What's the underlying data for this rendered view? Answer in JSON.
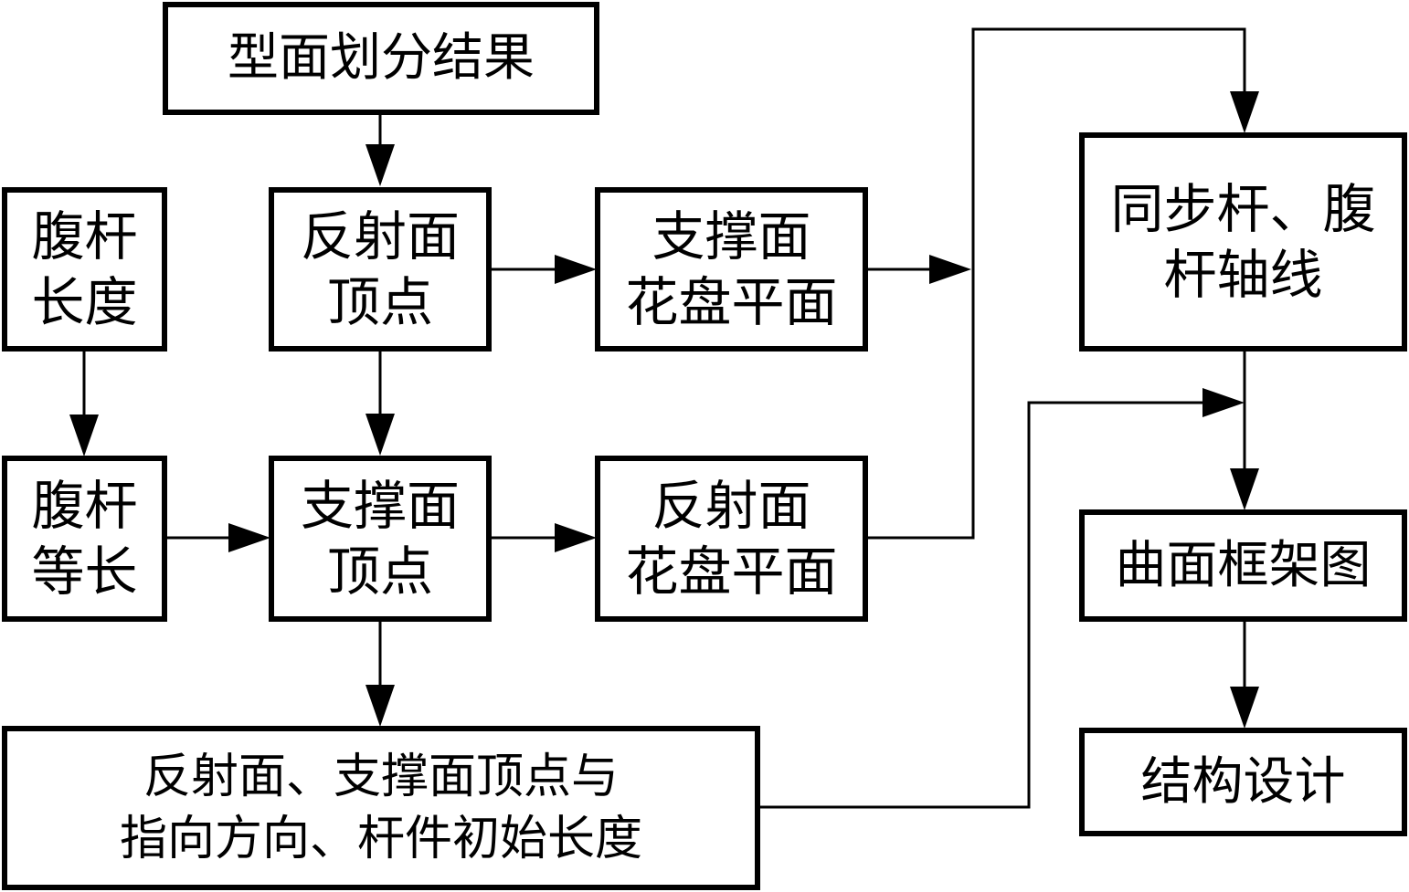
{
  "colors": {
    "stroke": "#000000",
    "fill": "#ffffff"
  },
  "nodes": {
    "partition": {
      "line1": "型面划分结果"
    },
    "member_length": {
      "line1": "腹杆",
      "line2": "长度"
    },
    "reflector_vertex": {
      "line1": "反射面",
      "line2": "顶点"
    },
    "support_hub_plane": {
      "line1": "支撑面",
      "line2": "花盘平面"
    },
    "sync_axis": {
      "line1": "同步杆、腹",
      "line2": "杆轴线"
    },
    "equal_length": {
      "line1": "腹杆",
      "line2": "等长"
    },
    "support_vertex": {
      "line1": "支撑面",
      "line2": "顶点"
    },
    "reflector_hub_plane": {
      "line1": "反射面",
      "line2": "花盘平面"
    },
    "surface_frame": {
      "line1": "曲面框架图"
    },
    "initial_params": {
      "line1": "反射面、支撑面顶点与",
      "line2": "指向方向、杆件初始长度"
    },
    "structure_design": {
      "line1": "结构设计"
    }
  }
}
